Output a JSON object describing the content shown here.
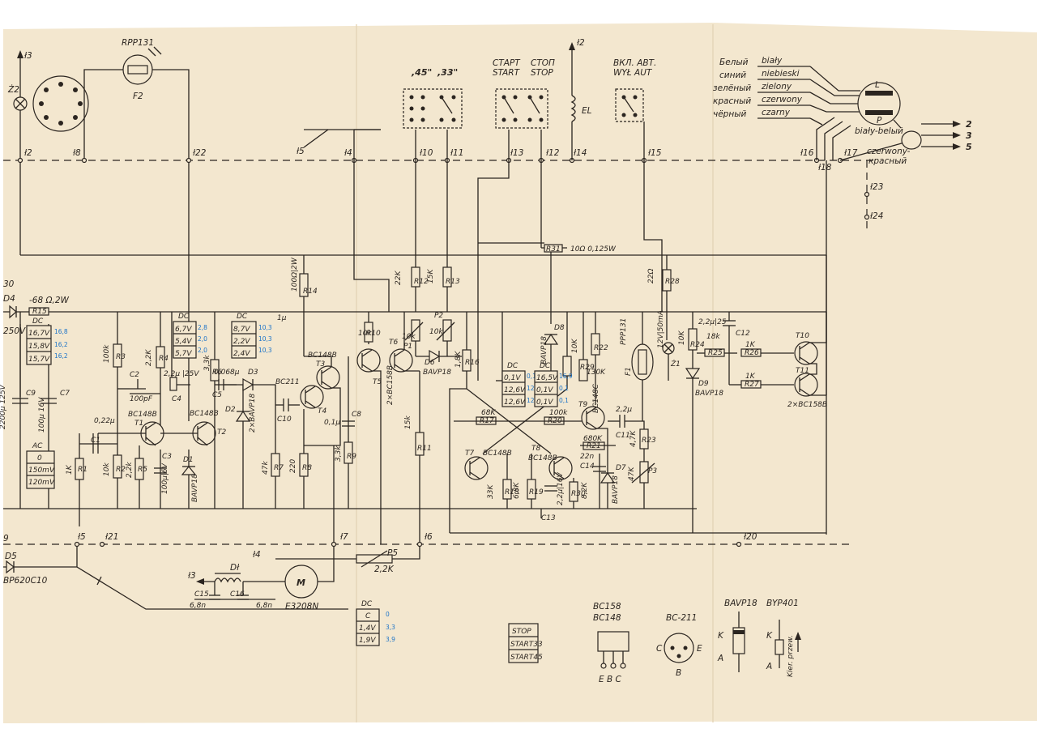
{
  "top_labels": {
    "l3": "ł3",
    "z2": "Ż2",
    "rpp": "RPP131",
    "f2": "F2",
    "sw_45": ",45\"",
    "sw_33": ",33\"",
    "start_ru": "СТАРТ",
    "start_pl": "START",
    "stop_ru": "СТОП",
    "stop_pl": "STOP",
    "auto_ru": "ВКЛ. АВТ.",
    "auto_pl": "WYŁ AUT",
    "l2_top": "ł2",
    "el": "EL",
    "l5": "ł5"
  },
  "bus_labels": {
    "l2": "ł2",
    "l8": "ł8",
    "l22": "ł22",
    "l4": "ł4",
    "l10": "ł10",
    "l11": "ł11",
    "l13": "ł13",
    "l12": "ł12",
    "l14": "ł14",
    "l15": "ł15",
    "l16": "ł16",
    "l17": "ł17",
    "l18": "ł18",
    "l23": "ł23",
    "l24": "ł24"
  },
  "legend_colors": [
    {
      "ru": "Белый",
      "pl": "biały"
    },
    {
      "ru": "синий",
      "pl": "niebieski"
    },
    {
      "ru": "зелёный",
      "pl": "zielony"
    },
    {
      "ru": "красный",
      "pl": "czerwony"
    },
    {
      "ru": "чёрный",
      "pl": "czarny"
    }
  ],
  "head": {
    "L": "L",
    "P": "P",
    "white": "biały-belый",
    "red_pl": "czerwony-",
    "red_ru": "красный"
  },
  "outputs": [
    "2",
    "3",
    "5"
  ],
  "left": {
    "d30": "30",
    "d4": "D4",
    "r15": "-68 Ω,2W",
    "r15_id": "R15",
    "v250": "250V",
    "c9": "2200μ 125V",
    "c9_id": "C9",
    "c7": "100μ 16V",
    "c7_id": "C7",
    "dc1_title": "DC",
    "dc1": [
      "16,7V",
      "15,8V",
      "15,7V"
    ],
    "dc1_blue": [
      "16,8",
      "16,2",
      "16,2"
    ],
    "ac_title": "AC",
    "ac": [
      "0",
      "150mV",
      "120mV"
    ],
    "l9": "9",
    "d5": "D5",
    "d5_type": "BP620C10"
  },
  "components": {
    "r3": "100k",
    "r3_id": "R3",
    "r4": "2,2K",
    "r4_id": "R4",
    "c2": "100pF",
    "c2_id": "C2",
    "c4": "2,2μ |25V",
    "c4_id": "C4",
    "c1": "0,22μ",
    "c1_id": "C1",
    "t1": "BC148B",
    "t1_id": "T1",
    "r1": "1K",
    "r1_id": "R1",
    "r2": "10k",
    "r2_id": "R2",
    "r5": "2,2k",
    "r5_id": "R5",
    "c3": "100μ|6V",
    "c3_id": "C3",
    "t2": "BC148B",
    "t2_id": "T2",
    "d1": "BAVP18",
    "d1_id": "D1",
    "dc2_title": "DC",
    "dc2": [
      "6,7V",
      "5,4V",
      "5,7V"
    ],
    "dc2_blue": [
      "2,8",
      "2,0",
      "2,0"
    ],
    "r6": "3,3k",
    "r6_id": "R6",
    "c5": "0,068μ",
    "c5_id": "C5",
    "d2": "2×BAVP18",
    "d2_id": "D2",
    "d3": "D3",
    "dc3_title": "DC",
    "dc3": [
      "8,7V",
      "2,2V",
      "2,4V"
    ],
    "dc3_blue": [
      "10,3",
      "10,3",
      "10,3"
    ],
    "r14": "100Ω|2W",
    "r14_id": "R14",
    "t3": "BC148B",
    "t3_id": "T3",
    "t4": "BC211",
    "t4_id": "T4",
    "c10": "1μ",
    "c10_id": "C10",
    "r7": "47k",
    "r7_id": "R7",
    "r8": "220",
    "r8_id": "R8",
    "c8": "0,1μ",
    "c8_id": "C8",
    "r9": "3,3k",
    "r9_id": "R9",
    "r10": "10k",
    "r10_id": "R10",
    "t5": "T5",
    "t6": "T6",
    "t56": "2×BC158B",
    "r11": "15k",
    "r11_id": "R11",
    "r12": "22K",
    "r12_id": "R12",
    "r13": "15K",
    "r13_id": "R13",
    "p1": "10k",
    "p1_id": "P1",
    "p2": "10k",
    "p2_id": "P2",
    "d6": "D6",
    "d6_type": "BAVP18",
    "r16": "1,8K",
    "r16_id": "R16",
    "d8_type": "BAVP18",
    "d8_id": "D8",
    "r31": "R31",
    "r31_val": "10Ω 0,125W",
    "dc4_title": "DC",
    "dc4": [
      "0,1V",
      "12,6V",
      "12,6V"
    ],
    "dc4_blue": [
      "0,1",
      "12,9",
      "12,8"
    ],
    "dc5_title": "DC",
    "dc5": [
      "16,5V",
      "0,1V",
      "0,1V"
    ],
    "dc5_blue": [
      "16,9",
      "0,1",
      "0,1"
    ],
    "r17": "68K",
    "r17_id": "R17",
    "r20": "100k",
    "r20_id": "R20",
    "t7": "BC148B",
    "t7_id": "T7",
    "t8": "BC148B",
    "t8_id": "T8",
    "r18": "33K",
    "r18_id": "R18",
    "r19": "6,8K",
    "r19_id": "R19",
    "c13_val": "2,2μ|16V",
    "c13_id": "C13",
    "r30": "8,2K",
    "r30_id": "R30",
    "r22": "10K",
    "r22_id": "R22",
    "r29": "130K",
    "r29_id": "R29",
    "t9": "BC148C",
    "t9_id": "T9",
    "r21": "680K",
    "r21_id": "R21",
    "c14": "22n",
    "c14_id": "C14",
    "d7": "BAVP18",
    "d7_id": "D7",
    "c11": "2,2μ",
    "c11_id": "C11",
    "r23": "4,7K",
    "r23_id": "R23",
    "p3": "47K",
    "p3_id": "P3",
    "f1": "F1",
    "f1_type": "PPP131",
    "r28": "22Ω",
    "r28_id": "R28",
    "z1": "Ż1",
    "z1_type": "12V|50mA",
    "r24": "10K",
    "r24_id": "R24",
    "d9": "D9",
    "d9_type": "BAVP18",
    "c12": "2,2μ|25",
    "c12_id": "C12",
    "r25": "18k",
    "r25_id": "R25",
    "r26": "1K",
    "r26_id": "R26",
    "r27": "1K",
    "r27_id": "R27",
    "t10": "T10",
    "t11": "T11",
    "t1011": "2×BC158B"
  },
  "bottom": {
    "l5": "ł5",
    "l21": "ł21",
    "l7": "ł7",
    "l6": "ł6",
    "l20": "ł20",
    "l4b": "ł4",
    "p5": "P5",
    "p5_val": "2,2K",
    "m": "M",
    "m_type": "E3208N",
    "l3": "ł3",
    "dl": "Dł",
    "c15": "C15",
    "c15_val": "6,8n",
    "c16": "C16",
    "c16_val": "6,8n",
    "dc6_title": "DC",
    "dc6": [
      "C",
      "1,4V",
      "1,9V"
    ],
    "dc6_blue": [
      "0",
      "3,3",
      "3,9"
    ],
    "mode": [
      "STOP",
      "START33",
      "START45"
    ]
  },
  "pinouts": {
    "bc158": "BC158",
    "bc148": "BC148",
    "ebc": "E B C",
    "bc211": "BC-211",
    "c": "C",
    "e": "E",
    "b": "B",
    "bavp": "BAVP18",
    "byp": "BYP401",
    "k": "K",
    "a": "A",
    "kier": "Kier. przew."
  }
}
